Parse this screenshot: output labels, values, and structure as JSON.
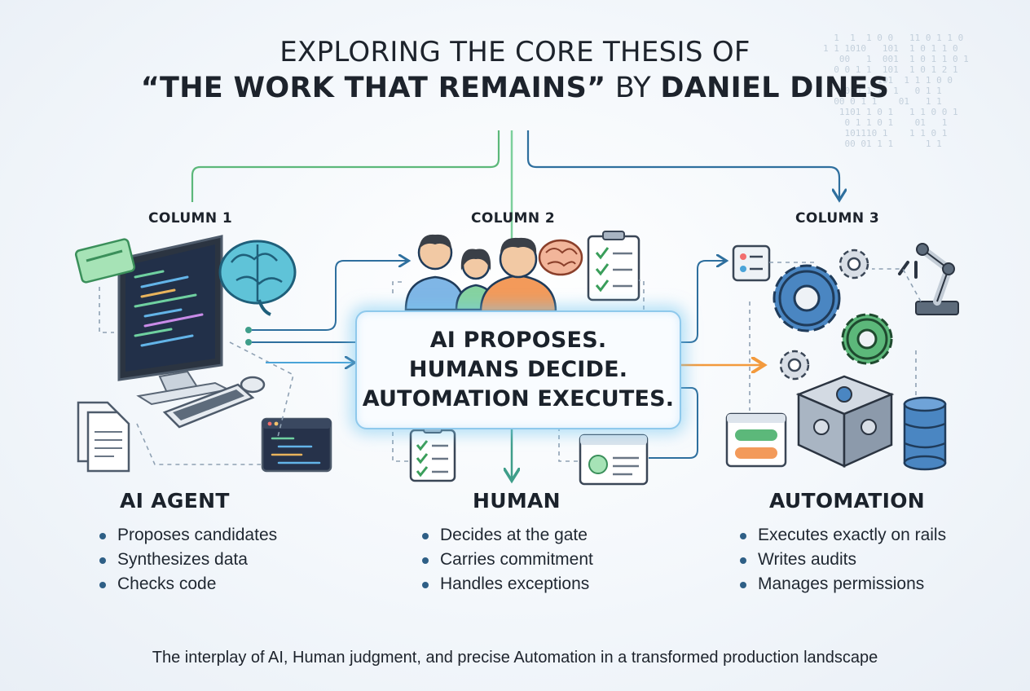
{
  "title": {
    "line1": "EXPLORING THE CORE THESIS OF",
    "line2_quote": "“THE WORK THAT REMAINS”",
    "line2_by": " BY ",
    "line2_author": "DANIEL DINES"
  },
  "columns": [
    {
      "label": "COLUMN 1",
      "role": "AI AGENT",
      "bullets": [
        "Proposes candidates",
        "Synthesizes data",
        "Checks code"
      ]
    },
    {
      "label": "COLUMN 2",
      "role": "HUMAN",
      "bullets": [
        "Decides at the gate",
        "Carries commitment",
        "Handles exceptions"
      ]
    },
    {
      "label": "COLUMN 3",
      "role": "AUTOMATION",
      "bullets": [
        "Executes exactly on rails",
        "Writes audits",
        "Manages permissions"
      ]
    }
  ],
  "center": {
    "line1": "AI PROPOSES.",
    "line2": "HUMANS DECIDE.",
    "line3": "AUTOMATION EXECUTES."
  },
  "caption": "The interplay of AI, Human judgment, and precise Automation in a transformed production landscape",
  "colors": {
    "accent_blue": "#2e6f9e",
    "accent_green": "#5cb87a",
    "accent_orange": "#f39a3d",
    "glow": "#8fc9ec"
  },
  "icons": [
    "computer-icon",
    "brain-icon",
    "people-icon",
    "checklist-icon",
    "gear-icon",
    "robot-arm-icon",
    "database-icon",
    "cube-icon",
    "document-icon",
    "code-window-icon",
    "profile-card-icon"
  ]
}
